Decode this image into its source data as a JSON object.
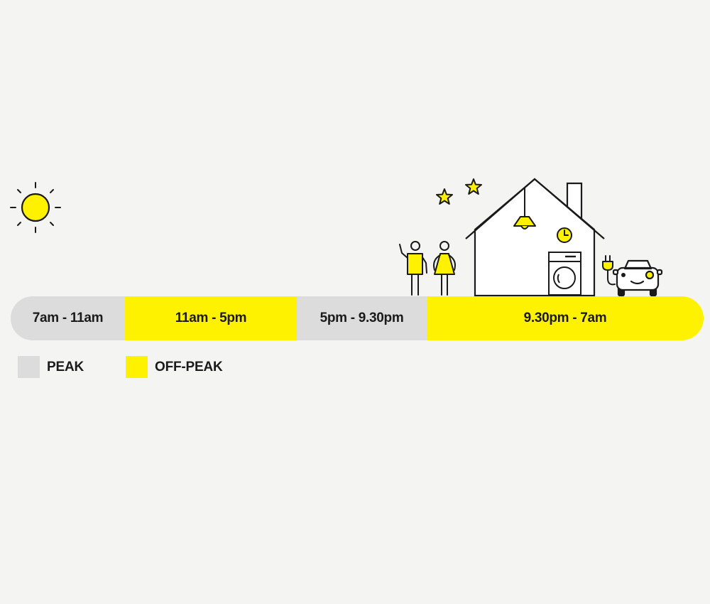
{
  "colors": {
    "peak": "#dcdcdc",
    "off_peak": "#fff200",
    "line": "#1a1a1a",
    "background": "#f4f4f2"
  },
  "timeline": {
    "segments": [
      {
        "label": "7am - 11am",
        "type": "peak"
      },
      {
        "label": "11am - 5pm",
        "type": "off_peak"
      },
      {
        "label": "5pm - 9.30pm",
        "type": "peak"
      },
      {
        "label": "9.30pm - 7am",
        "type": "off_peak"
      }
    ]
  },
  "legend": {
    "peak_label": "PEAK",
    "off_peak_label": "OFF-PEAK"
  },
  "icons": [
    "sun-icon",
    "star-icon",
    "person-icon",
    "house-icon",
    "pendant-lamp-icon",
    "clock-icon",
    "washing-machine-icon",
    "plug-icon",
    "electric-car-icon"
  ]
}
